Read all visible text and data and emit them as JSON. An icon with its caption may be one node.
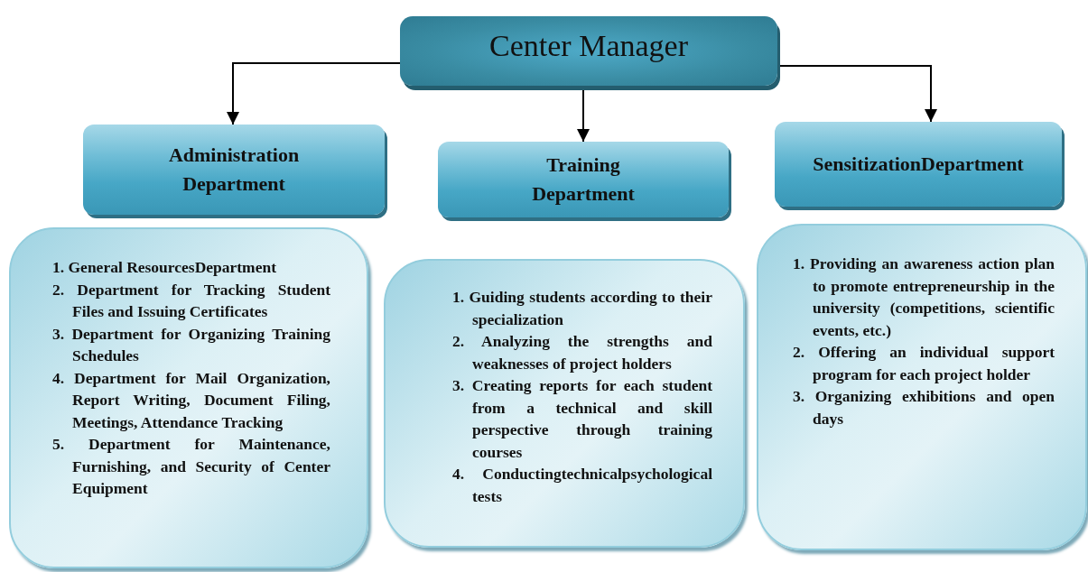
{
  "diagram": {
    "nodes": [
      {
        "text": [
          "Center Manager"
        ]
      },
      {
        "text": [
          "Administration Department"
        ]
      },
      {
        "text": [
          "Training Department"
        ]
      },
      {
        "text": [
          "SensitizationDepartment"
        ]
      },
      {
        "text": [
          "1. General ResourcesDepartment",
          "2. Department for Tracking Student Files and Issuing Certificates",
          "3. Department for Organizing Training Schedules",
          "4. Department for Mail Organization, Report Writing, Document Filing, Meetings, Attendance Tracking",
          "5. Department for Maintenance, Furnishing, and Security of Center Equipment"
        ]
      },
      {
        "text": [
          "1. Guiding students according to their specialization",
          "2. Analyzing the strengths and weaknesses of project holders",
          "3. Creating reports for each student from a technical and skill perspective through training courses",
          "4. Conductingtechnicalpsychological tests"
        ]
      },
      {
        "text": [
          "1. Providing an awareness action plan to promote entrepreneurship in the university (competitions, scientific events, etc.)",
          "2. Offering an individual support program for each project holder",
          "3. Organizing exhibitions and open days"
        ]
      }
    ],
    "edges": [
      {
        "from": 0,
        "to": 1,
        "arrow": "to"
      },
      {
        "from": 0,
        "to": 2,
        "arrow": "to"
      },
      {
        "from": 0,
        "to": 3,
        "arrow": "to"
      }
    ]
  }
}
